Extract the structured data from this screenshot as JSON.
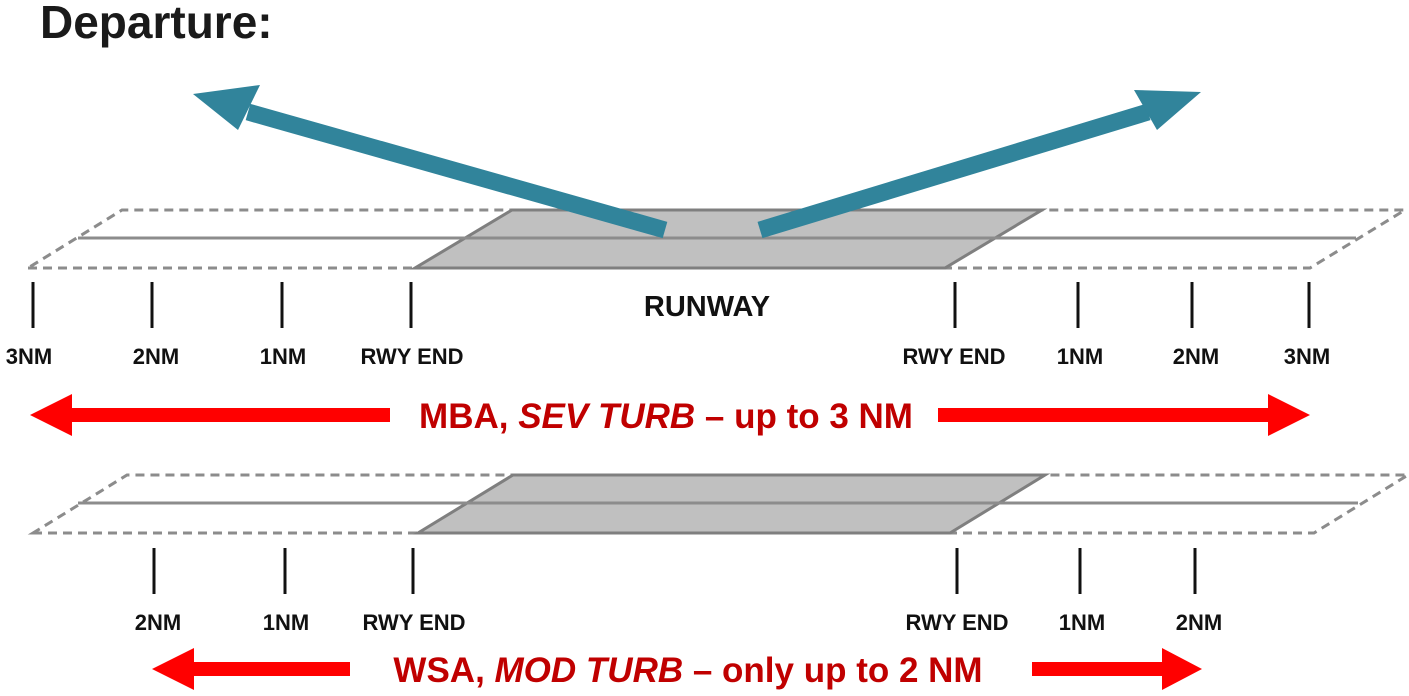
{
  "title": "Departure:",
  "runway_label": "RUNWAY",
  "colors": {
    "departure_arrow": "#31849b",
    "range_arrow": "#ff0000",
    "band_text": "#c00000",
    "runway_fill": "#c0c0c0",
    "outline": "#8c8c8c"
  },
  "diagrams": [
    {
      "id": "mba",
      "ticks_left": [
        "3NM",
        "2NM",
        "1NM",
        "RWY END"
      ],
      "ticks_right": [
        "RWY END",
        "1NM",
        "2NM",
        "3NM"
      ],
      "band": {
        "prefix": "MBA, ",
        "emph": "SEV TURB",
        "suffix": " – up to 3 NM"
      }
    },
    {
      "id": "wsa",
      "ticks_left": [
        "2NM",
        "1NM",
        "RWY END"
      ],
      "ticks_right": [
        "RWY END",
        "1NM",
        "2NM"
      ],
      "band": {
        "prefix": "WSA, ",
        "emph": "MOD TURB",
        "suffix": " – only up to 2 NM"
      }
    }
  ]
}
